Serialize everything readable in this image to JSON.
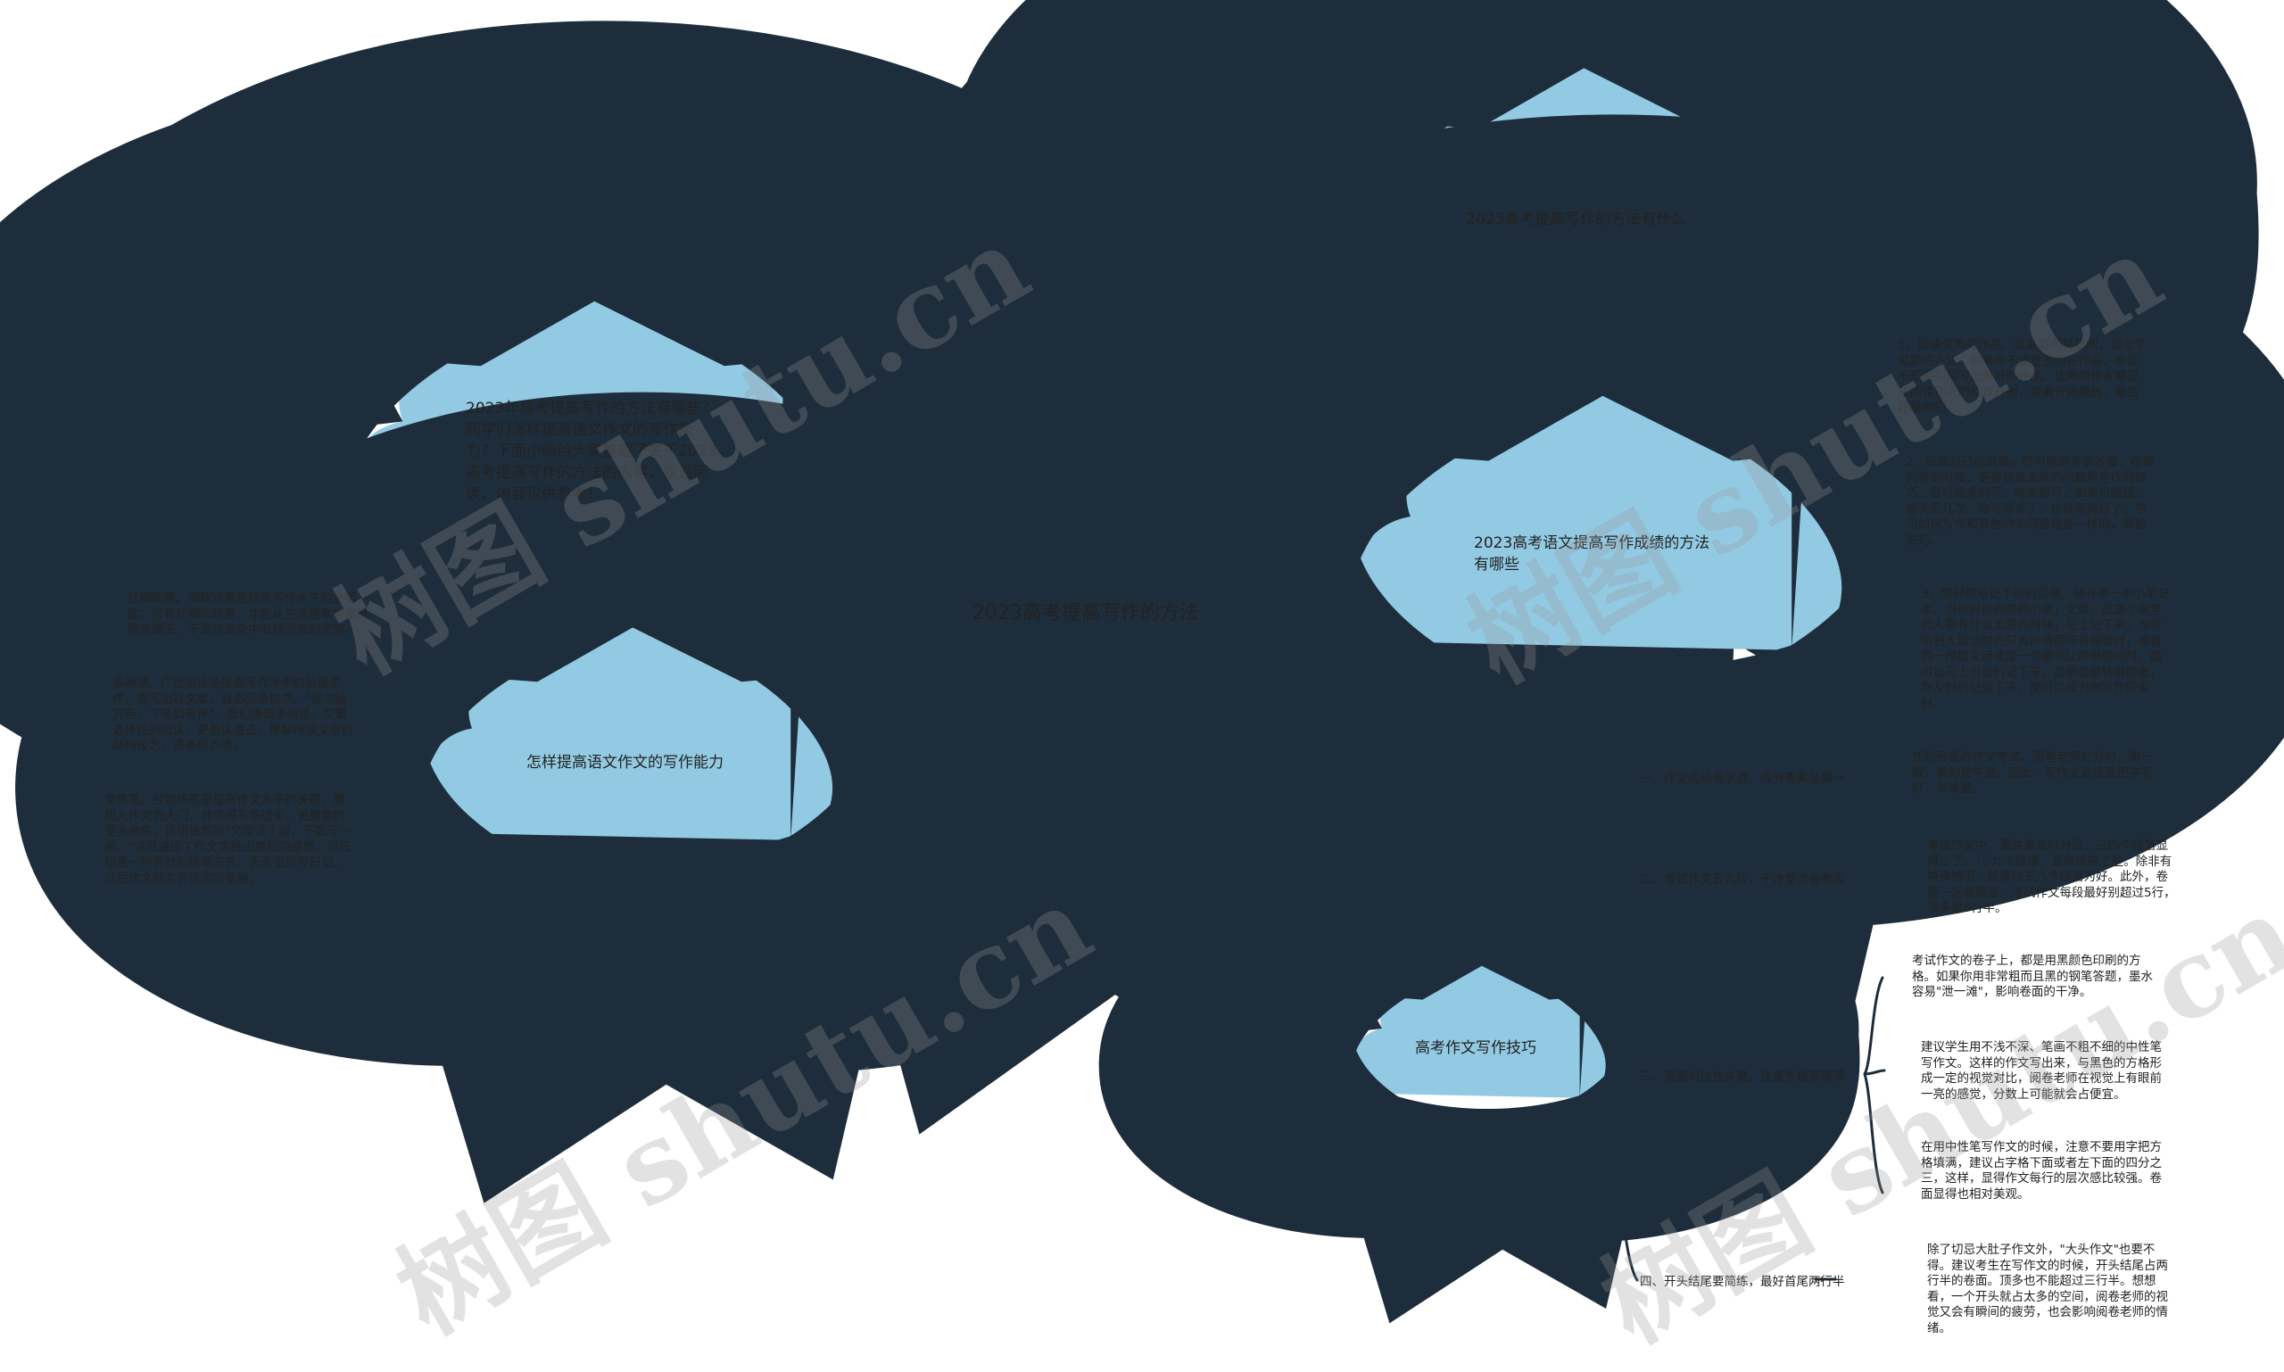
{
  "colors": {
    "cloud_fill": "#93cae3",
    "cloud_stroke": "#1e2d3b",
    "center_fill": "#ffffff",
    "line": "#1e2d3b"
  },
  "center": {
    "label": "2023高考提高写作的方法"
  },
  "left": {
    "intro_cloud": "2023年高考提高写作的方法有哪些？同学们怎样提高语文作文的写作能力？下面小编给大家整理了关于2023高考提高写作的方法的内容，欢迎阅读，内容仅供参考！",
    "ability_cloud": "怎样提高语文作文的写作能力",
    "ability_items": [
      "仔细观察。细致观察是提高写作水平的金钥匙。只有仔细的观察，才能从生活想象中发现碎金璞玉，于泥沙混杂中收获闪光的宝物。",
      "多阅读。广泛阅读是提高写作水平的前提条件。要写出好文章，就必须多读书。\"读书破万卷，下笔如有神\"。我们强调多阅读，又要选择性的阅读，更要读进去，理解所读文章的结构技艺，语言特点等。",
      "常练笔。经常练笔是提高作文水平的关键。要想入作文的大门，并求得不断进步，更重要的是多磨练。谚语说的好\"文章读十遍，不如写一遍。\"这就道出了作文实践出真知的道理。写日记是一种有效的练笔方式，天天坚持写日记，以后作文就会有坚实的基础。"
    ]
  },
  "right": {
    "what_cloud": "2023高考提高写作的方法有什么",
    "grade_cloud": "2023高考语文提高写作成绩的方法有哪些",
    "grade_items": [
      "1、阅读优秀的作品。这是显而易见的，但立竿见影的方法。如果你不读更多的好作品，你就不知道如何写出更好的作品。优秀的作家都是从阅读别人的佳作开始，接着开始模仿，最后超越他们。",
      "2、形成自己的风格。尽可能的多读名著，在看内容的时候，更要留意文章的问题和写作的技巧。尽可能多的写：每天都写，如果可能话，每天写几次。你写得多了，也就写得好了。学习如何写作和其他的学问道理是一样的，熟能生巧。",
      "3、随时随地记下你的灵感。随身带一本小笔记本，当你对你构思的小说，文章，或是小说里的人物有什么灵感的时候，马上记下来。当你听别人谈话时的只言片语而所有顿悟时，或看到一段散文诗或是一句歌词让你很感动时，都可以马上当他们记下来。灵感总是转瞬即逝，你及时的记录下来，便可以成为你写作的素材。"
    ],
    "skills_cloud": "高考作文写作技巧",
    "skills": [
      {
        "label": "一、作文成绩看字迹，得分要素是第一",
        "details": [
          "任何形式的作文考试，阅卷老师打分时，第一眼，看的是字迹。因此，写作文必须要把字写好，写清楚。"
        ]
      },
      {
        "label": "二、考试作文五六段，干净整洁看卷面",
        "details": [
          "考试作文中，要注意及时分段，三四个段落显得少了，八 九个段落，显得琐碎了些。除非有特殊情况，段落以五六个段落为好。此外，卷面一定要整洁，考试作文每段最好别超过5行，顶多是5行半。"
        ]
      },
      {
        "label": "三、卷面对比也关键，注意方格莫填满",
        "details": [
          "考试作文的卷子上，都是用黑颜色印刷的方格。如果你用非常粗而且黑的钢笔答题，墨水容易\"泄一滩\"，影响卷面的干净。",
          "建议学生用不浅不深、笔画不粗不细的中性笔写作文。这样的作文写出来，与黑色的方格形成一定的视觉对比，阅卷老师在视觉上有眼前一亮的感觉，分数上可能就会占便宜。",
          "在用中性笔写作文的时候，注意不要用字把方格填满，建议占字格下面或者左下面的四分之三，这样，显得作文每行的层次感比较强。卷面显得也相对美观。"
        ]
      },
      {
        "label": "四、开头结尾要简练，最好首尾两行半",
        "details": [
          "除了切忌大肚子作文外，\"大头作文\"也要不得。建议考生在写作文的时候，开头结尾占两行半的卷面。顶多也不能超过三行半。想想看，一个开头就占太多的空间，阅卷老师的视觉又会有瞬间的疲劳，也会影响阅卷老师的情绪。"
        ]
      }
    ]
  },
  "watermark": "树图 shutu.cn"
}
